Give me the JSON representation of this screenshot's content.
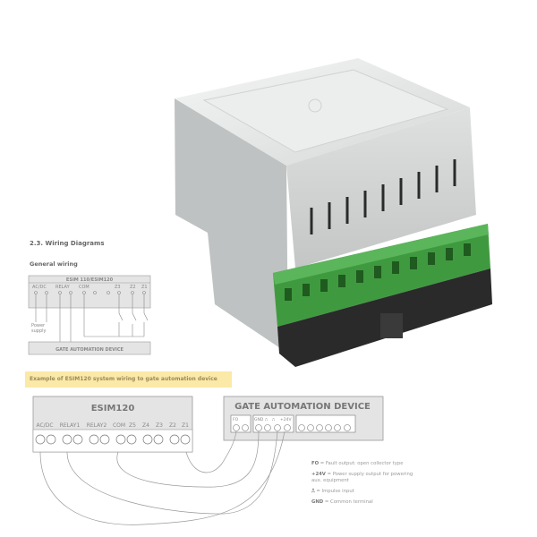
{
  "section_title": "2.3.  Wiring Diagrams",
  "subsection_title": "General wiring",
  "general_diagram": {
    "module_title": "ESIM 110/ESIM120",
    "terminal_groups": [
      "AC/DC",
      "RELAY",
      "COM",
      "Z3",
      "Z2",
      "Z1"
    ],
    "power_label_line1": "Power",
    "power_label_line2": "supply",
    "device_label": "GATE AUTOMATION DEVICE"
  },
  "example_banner": "Example of ESIM120 system wiring to gate automation device",
  "example_diagram": {
    "module_title": "ESIM120",
    "module_terminals": [
      "AC/DC",
      "RELAY1",
      "RELAY2",
      "COM",
      "Z5",
      "Z4",
      "Z3",
      "Z2",
      "Z1"
    ],
    "device_title": "GATE AUTOMATION DEVICE",
    "device_terminals": [
      "FO",
      "GND",
      "⎍",
      "⎍",
      "+24V"
    ]
  },
  "legend": [
    {
      "term": "FO",
      "desc": " = Fault output: open collector type"
    },
    {
      "term": "+24V",
      "desc": " = Power supply output for powering aux. equipment"
    },
    {
      "term": "⎍",
      "desc": " = Impulse input"
    },
    {
      "term": "GND",
      "desc": " = Common terminal"
    }
  ],
  "colors": {
    "enclosure": "#e6e8e8",
    "terminal_block": "#3f9a3f",
    "base": "#2a2a2a",
    "banner": "#fbe9a8"
  }
}
